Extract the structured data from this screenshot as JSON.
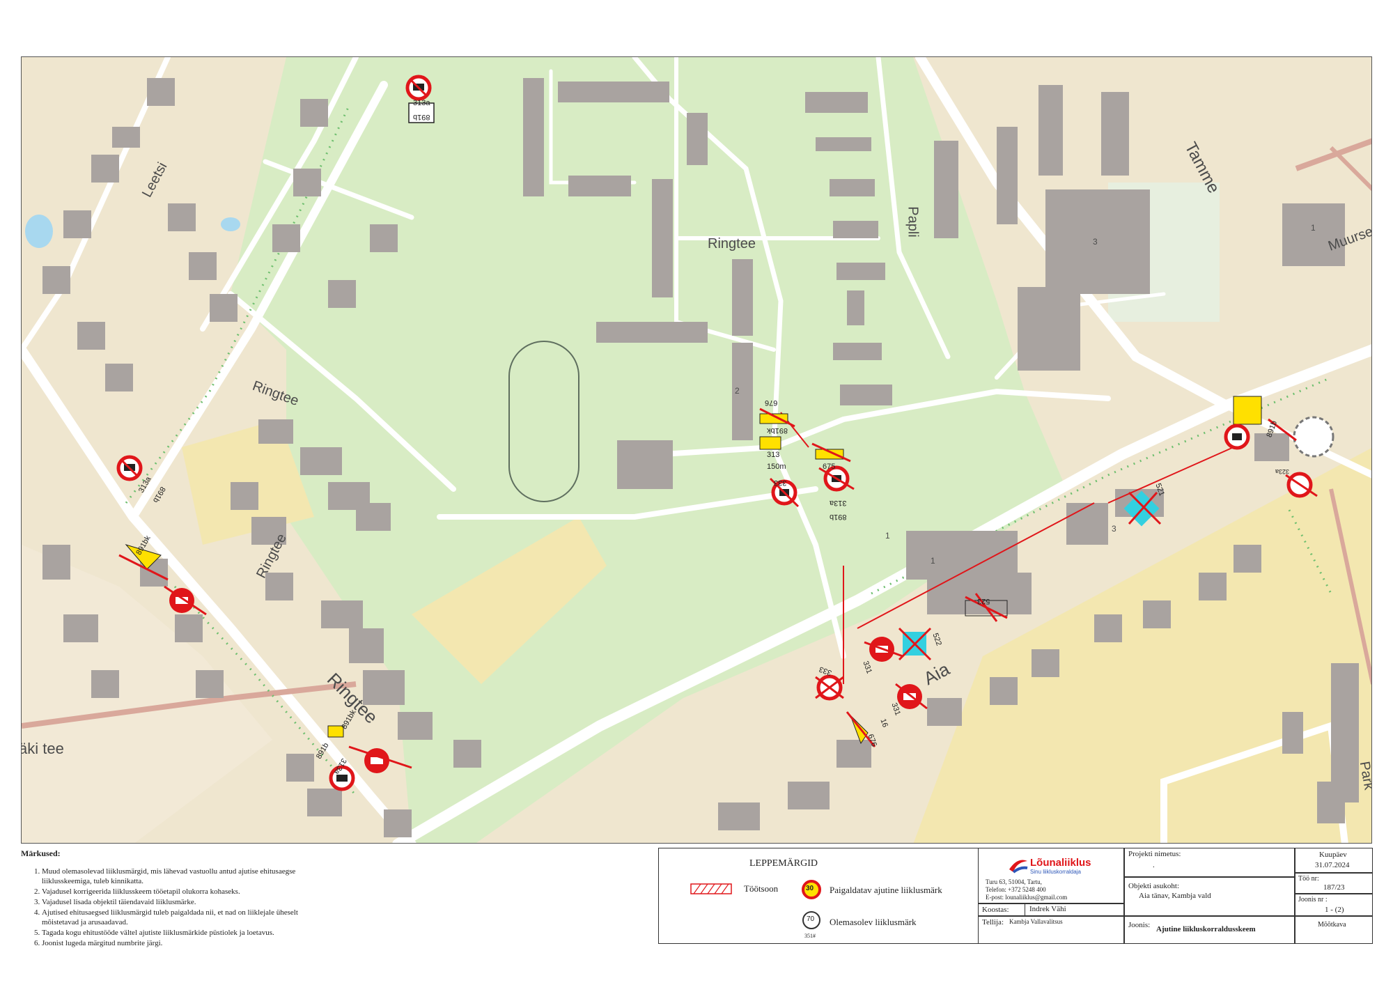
{
  "map": {
    "street_labels": {
      "leetsi": "Leetsi",
      "ringtee_top": "Ringtee",
      "ringtee_mid": "Ringtee",
      "ringtee_lower": "Ringtee",
      "ringtee_bottom": "Ringtee",
      "papli": "Papli",
      "tamme": "Tamme",
      "muurse": "Muurse",
      "aia": "Aia",
      "aki_tee": "äki tee",
      "parki": "Park"
    },
    "building_numbers": {
      "b1": "3",
      "b2": "1",
      "b3": "1",
      "b4": "3",
      "b5": "2",
      "b6": "1"
    },
    "sign_codes": {
      "s1": "313a",
      "s2": "891b",
      "s3": "313a",
      "s4": "891b",
      "s5": "676",
      "s6": "891bk",
      "s7": "313",
      "s8": "150m",
      "s9": "675",
      "s10": "313a",
      "s11": "891b",
      "s12": "331",
      "s13": "333",
      "s14": "331",
      "s15": "522",
      "s16": "523",
      "s17": "521",
      "s18": "891b",
      "s19": "323a",
      "s20": "891bk",
      "s21": "891b",
      "s22": "313a",
      "s23": "891bk",
      "s24": "676",
      "s25": "16",
      "s26": "333"
    },
    "colors": {
      "park": "#d8ecc4",
      "residential": "#efe6cf",
      "building": "#a9a3a0",
      "road": "#ffffff",
      "sign_red": "#e0161a",
      "hedge": "#6fbf6f",
      "worksite": "#f3e7b0"
    }
  },
  "notes": {
    "title": "Märkused:",
    "items": [
      "Muud olemasolevad liiklusmärgid, mis lähevad vastuollu antud ajutise ehitusaegse liiklusskeemiga, tuleb kinnikatta.",
      "Vajadusel korrigeerida liiklusskeem tööetapil olukorra kohaseks.",
      "Vajadusel lisada objektil täiendavaid liiklusmärke.",
      "Ajutised ehitusaegsed liiklusmärgid tuleb paigaldada nii, et nad on liiklejale üheselt mõistetavad ja arusaadavad.",
      "Tagada kogu ehitustööde vältel ajutiste liiklusmärkide püstiolek ja loetavus.",
      "Joonist lugeda märgitud numbrite järgi."
    ]
  },
  "legend": {
    "title": "LEPPEMÄRGID",
    "worksite": "Töötsoon",
    "temporary_sign": "Paigaldatav ajutine liiklusmärk",
    "temporary_value": "30",
    "existing_sign": "Olemasolev liiklusmärk",
    "existing_value": "70",
    "existing_code": "351#"
  },
  "titleblock": {
    "company": {
      "name": "Lõunaliiklus",
      "slogan": "Sinu liikluskorraldaja",
      "address": "Turu 63, 51004, Tartu,",
      "phone": "Telefon: +372 5248 400",
      "email": "E-post: lounaliiklus@gmail.com"
    },
    "koostas_label": "Koostas:",
    "koostas_value": "Indrek Vähi",
    "tellija_label": "Tellija:",
    "tellija_value": "Kambja Vallavalitsus",
    "project_label": "Projekti nimetus:",
    "project_value": ".",
    "location_label": "Objekti asukoht:",
    "location_value": "Aia tänav, Kambja vald",
    "drawing_label": "Joonis:",
    "drawing_value": "Ajutine liikluskorraldusskeem",
    "date_label": "Kuupäev",
    "date_value": "31.07.2024",
    "work_label": "Töö nr:",
    "work_value": "187/23",
    "sheet_label": "Joonis nr :",
    "sheet_value": "1 - (2)",
    "scale_value": "Mõõtkava"
  }
}
